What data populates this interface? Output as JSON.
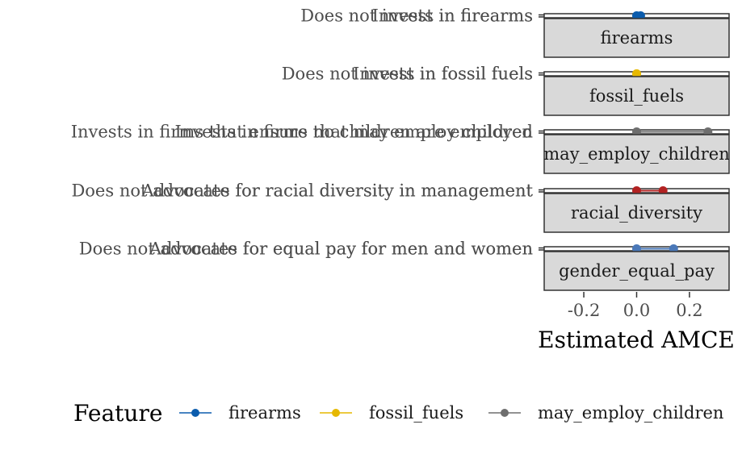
{
  "chart_data": {
    "type": "scatter",
    "xlabel": "Estimated AMCE",
    "xlim": [
      -0.35,
      0.35
    ],
    "x_ticks": [
      -0.2,
      0.0,
      0.2
    ],
    "x_tick_labels": [
      "-0.2",
      "0.0",
      "0.2"
    ],
    "panels": [
      {
        "strip": "firearms",
        "color": "#0b5cad",
        "levels": [
          "Does not invest in firearms",
          "Invests in firearms"
        ],
        "values": [
          0.0,
          0.015
        ]
      },
      {
        "strip": "fossil_fuels",
        "color": "#e6b800",
        "levels": [
          "Does not invest in fossil fuels",
          "Invests in fossil fuels"
        ],
        "values": [
          0.0,
          0.0
        ]
      },
      {
        "strip": "may_employ_children",
        "color": "#6e6e6e",
        "levels": [
          "Invests in firms that ensure no children are employed",
          "Invests in firms that may employ children"
        ],
        "values": [
          0.0,
          0.27
        ]
      },
      {
        "strip": "racial_diversity",
        "color": "#b22222",
        "levels": [
          "Does not advocate for racial diversity in management",
          "Advocates for racial diversity in management"
        ],
        "values": [
          0.0,
          0.1
        ]
      },
      {
        "strip": "gender_equal_pay",
        "color": "#4a78b8",
        "levels": [
          "Does not advocate for equal pay for men and women",
          "Advocates for equal pay for men and women"
        ],
        "values": [
          0.0,
          0.14
        ]
      }
    ],
    "legend": {
      "title": "Feature",
      "placement": "bottom",
      "items": [
        {
          "label": "firearms",
          "color": "#0b5cad"
        },
        {
          "label": "fossil_fuels",
          "color": "#e6b800"
        },
        {
          "label": "may_employ_children",
          "color": "#6e6e6e"
        }
      ]
    }
  }
}
